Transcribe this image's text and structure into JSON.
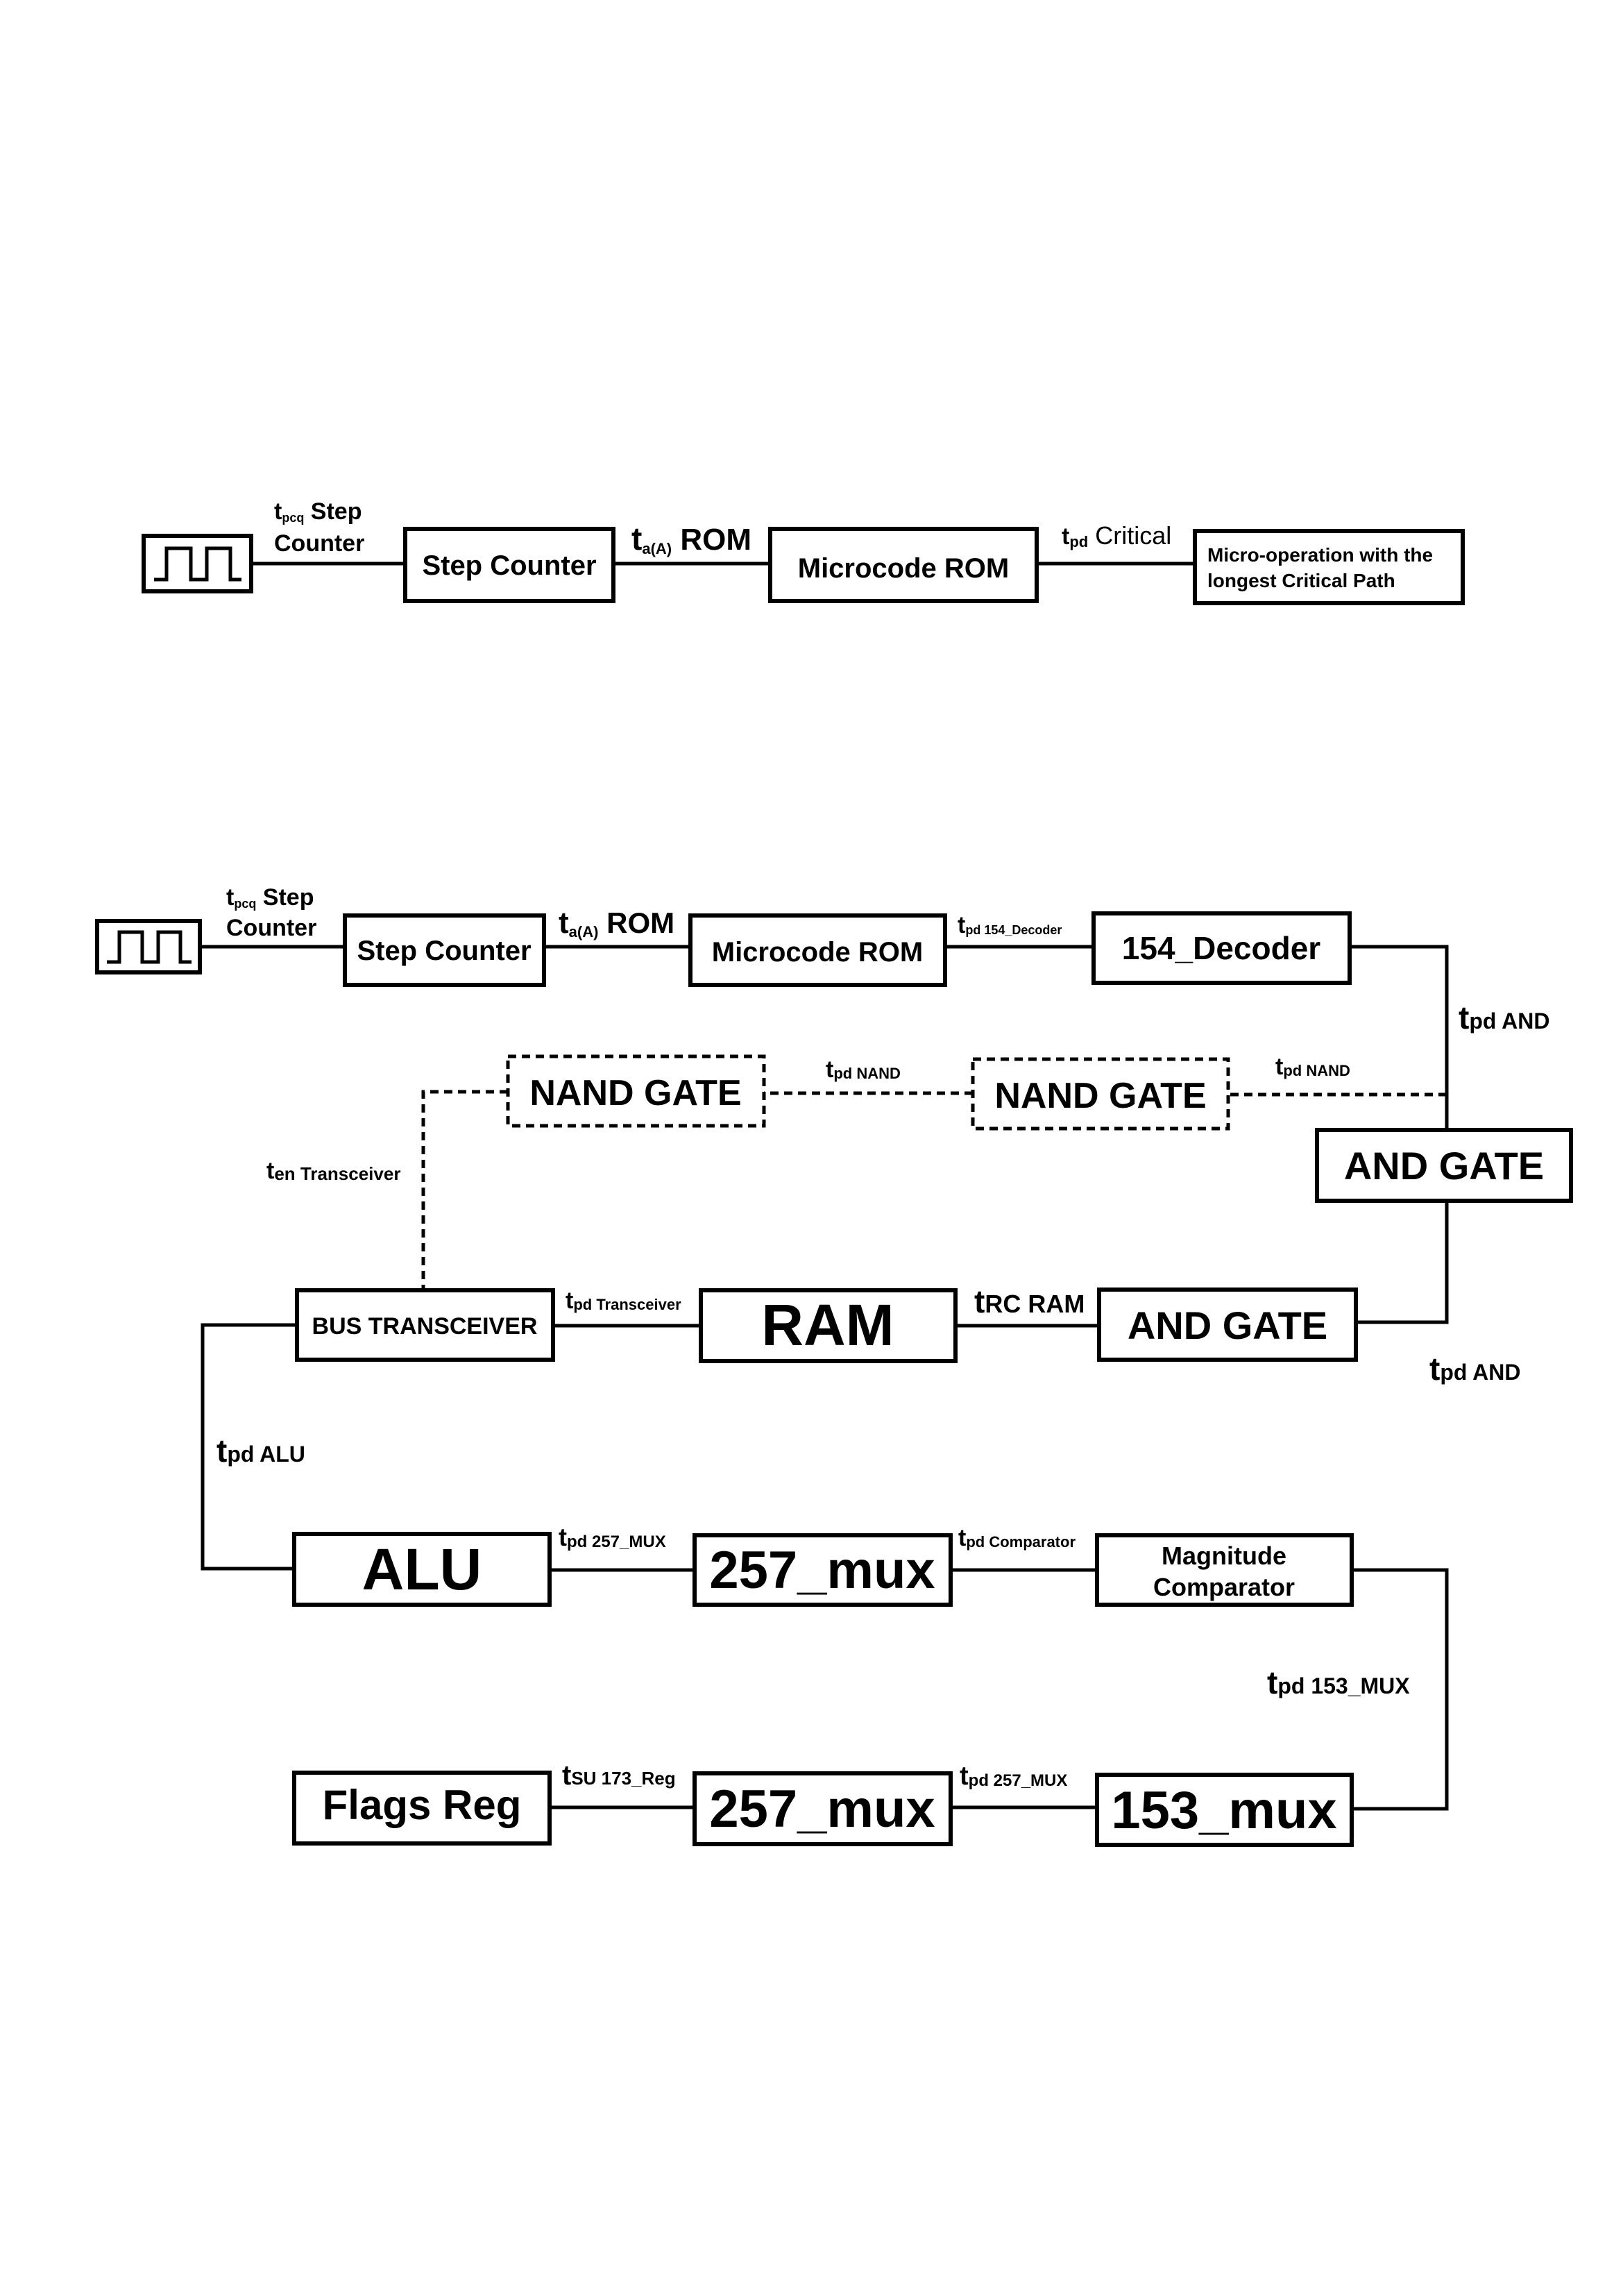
{
  "diagram1": {
    "step_counter": "Step Counter",
    "microcode_rom": "Microcode ROM",
    "micro_op_line1": "Micro-operation with the",
    "micro_op_line2": "longest Critical Path",
    "lbl_clk": {
      "t": "t",
      "sub": "pcq",
      "rest": " Step",
      "line2": "Counter"
    },
    "lbl_rom": {
      "t": "t",
      "sub": "a(A)",
      "rest": " ROM"
    },
    "lbl_crit": {
      "t": "t",
      "sub": "pd",
      "rest": " Critical"
    }
  },
  "diagram2": {
    "step_counter": "Step Counter",
    "microcode_rom": "Microcode ROM",
    "decoder": "154_Decoder",
    "and_gate_1": "AND GATE",
    "and_gate_2": "AND GATE",
    "nand_gate_1": "NAND GATE",
    "nand_gate_2": "NAND GATE",
    "bus_transceiver": "BUS TRANSCEIVER",
    "ram": "RAM",
    "alu": "ALU",
    "mux_257_a": "257_mux",
    "comparator_line1": "Magnitude",
    "comparator_line2": "Comparator",
    "flags_reg": "Flags Reg",
    "mux_257_b": "257_mux",
    "mux_153": "153_mux",
    "lbl_clk": {
      "t": "t",
      "sub": "pcq",
      "rest": " Step",
      "line2": "Counter"
    },
    "lbl_rom": {
      "t": "t",
      "sub": "a(A)",
      "rest": " ROM"
    },
    "lbl_decoder": {
      "t": "t",
      "sub": "pd 154_Decoder"
    },
    "lbl_and_top": {
      "t": "t",
      "sub": "pd AND"
    },
    "lbl_nand_right": {
      "t": "t",
      "sub": "pd NAND"
    },
    "lbl_nand_mid": {
      "t": "t",
      "sub": "pd NAND"
    },
    "lbl_en": {
      "t": "t",
      "sub": "en Transceiver"
    },
    "lbl_transceiver": {
      "t": "t",
      "sub": "pd Transceiver"
    },
    "lbl_rc": {
      "t": "t",
      "sub": "RC RAM"
    },
    "lbl_and_bottom": {
      "t": "t",
      "sub": "pd AND"
    },
    "lbl_alu": {
      "t": "t",
      "sub": "pd ALU"
    },
    "lbl_mux257_1": {
      "t": "t",
      "sub": "pd 257_MUX"
    },
    "lbl_comparator": {
      "t": "t",
      "sub": "pd Comparator"
    },
    "lbl_mux153": {
      "t": "t",
      "sub": "pd 153_MUX"
    },
    "lbl_su": {
      "t": "t",
      "sub": "SU 173_Reg"
    },
    "lbl_mux257_2": {
      "t": "t",
      "sub": "pd 257_MUX"
    }
  },
  "clock_icon": "square-wave-clock-icon"
}
